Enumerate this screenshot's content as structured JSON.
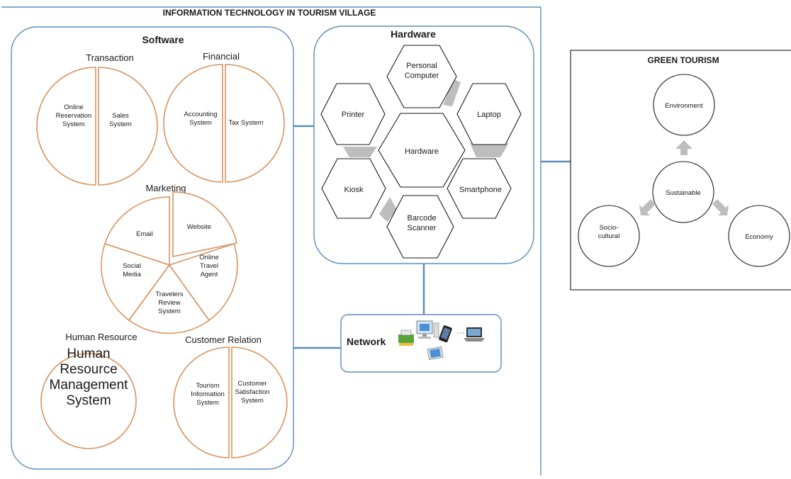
{
  "title": "INFORMATION TECHNOLOGY IN TOURISM VILLAGE",
  "software": {
    "heading": "Software",
    "transaction": {
      "label": "Transaction",
      "left": [
        "Online",
        "Reservation",
        "System"
      ],
      "right": [
        "Sales",
        "System"
      ]
    },
    "financial": {
      "label": "Financial",
      "left": [
        "Accounting",
        "System"
      ],
      "right": [
        "Tax System"
      ]
    },
    "marketing": {
      "label": "Marketing",
      "website": [
        "Website"
      ],
      "email": [
        "Email"
      ],
      "social": [
        "Social",
        "Media"
      ],
      "ota": [
        "Online",
        "Travel",
        "Agent"
      ],
      "review": [
        "Travelers",
        "Review",
        "System"
      ]
    },
    "hr": {
      "label": "Human Resource",
      "content": [
        "Human",
        "Resource",
        "Management",
        "System"
      ]
    },
    "cr": {
      "label": "Customer Relation",
      "left": [
        "Tourism",
        "Information",
        "System"
      ],
      "right": [
        "Customer",
        "Satisfaction",
        "System"
      ]
    }
  },
  "hardware": {
    "heading": "Hardware",
    "center": [
      "Hardware"
    ],
    "pc": [
      "Personal",
      "Computer"
    ],
    "printer": [
      "Printer"
    ],
    "laptop": [
      "Laptop"
    ],
    "kiosk": [
      "Kiosk"
    ],
    "smartphone": [
      "Smartphone"
    ],
    "barcode": [
      "Barcode",
      "Scanner"
    ]
  },
  "network": {
    "label": "Network"
  },
  "green": {
    "heading": "GREEN TOURISM",
    "environment": [
      "Environment"
    ],
    "sustainable": [
      "Sustainable"
    ],
    "sociocultural": [
      "Socio-",
      "cultural"
    ],
    "economy": [
      "Economy"
    ]
  },
  "colors": {
    "accent_blue": "#5b8dbb",
    "accent_orange": "#d9925e",
    "connector_gray": "#bdbdbd"
  }
}
